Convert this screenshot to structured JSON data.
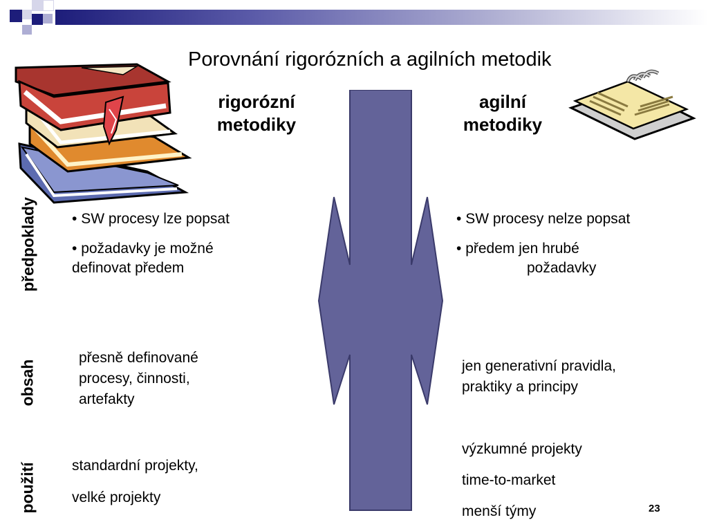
{
  "slide": {
    "title": "Porovnání rigorózních a agilních metodik",
    "number": "23"
  },
  "columns": {
    "left": {
      "line1": "rigorózní",
      "line2": "metodiky"
    },
    "right": {
      "line1": "agilní",
      "line2": "metodiky"
    }
  },
  "rows": {
    "predpoklady": {
      "label": "předpoklady",
      "left": [
        "SW procesy lze popsat",
        "požadavky je možné",
        "definovat předem"
      ],
      "right": [
        "SW procesy nelze popsat",
        "předem jen hrubé",
        "požadavky"
      ]
    },
    "obsah": {
      "label": "obsah",
      "left": [
        "přesně definované",
        "procesy, činnosti,",
        "artefakty"
      ],
      "right": [
        "jen generativní pravidla,",
        "praktiky a principy"
      ]
    },
    "pouziti": {
      "label": "použití",
      "left": [
        "standardní projekty,",
        "velké projekty"
      ],
      "right": [
        "výzkumné projekty",
        "time-to-market",
        "menší týmy"
      ]
    }
  },
  "colors": {
    "arrow": "#636399",
    "bar": "#1d1d7a"
  }
}
